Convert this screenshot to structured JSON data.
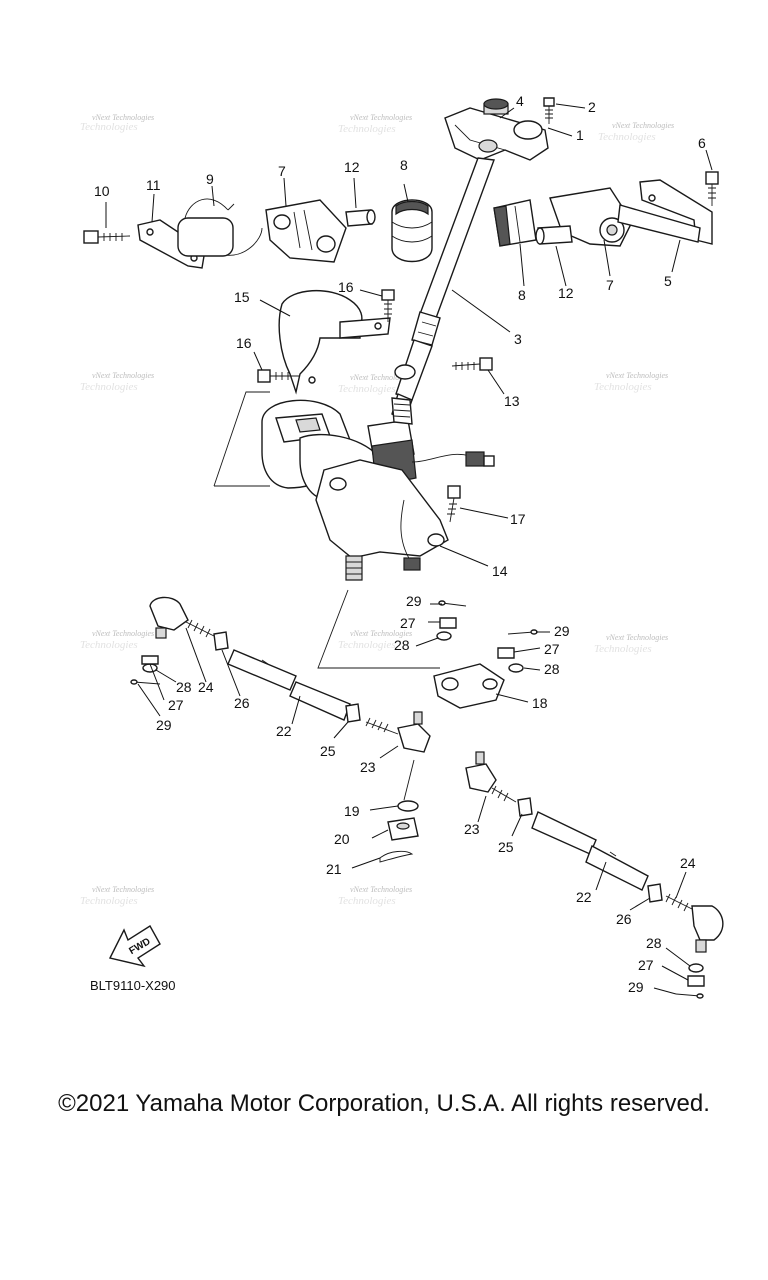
{
  "diagram_code": "BLT9110-X290",
  "fwd_label": "FWD",
  "watermark_line1": "vNext Technologies",
  "watermark_line2": "Technologies",
  "copyright": "©2021 Yamaha Motor Corporation, U.S.A. All rights reserved.",
  "callouts": [
    "1",
    "2",
    "3",
    "4",
    "5",
    "6",
    "7",
    "7",
    "8",
    "8",
    "9",
    "10",
    "11",
    "12",
    "12",
    "13",
    "14",
    "15",
    "16",
    "16",
    "17",
    "18",
    "19",
    "20",
    "21",
    "22",
    "22",
    "23",
    "23",
    "24",
    "24",
    "25",
    "25",
    "26",
    "26",
    "27",
    "27",
    "27",
    "27",
    "28",
    "28",
    "28",
    "28",
    "29",
    "29",
    "29",
    "29"
  ]
}
